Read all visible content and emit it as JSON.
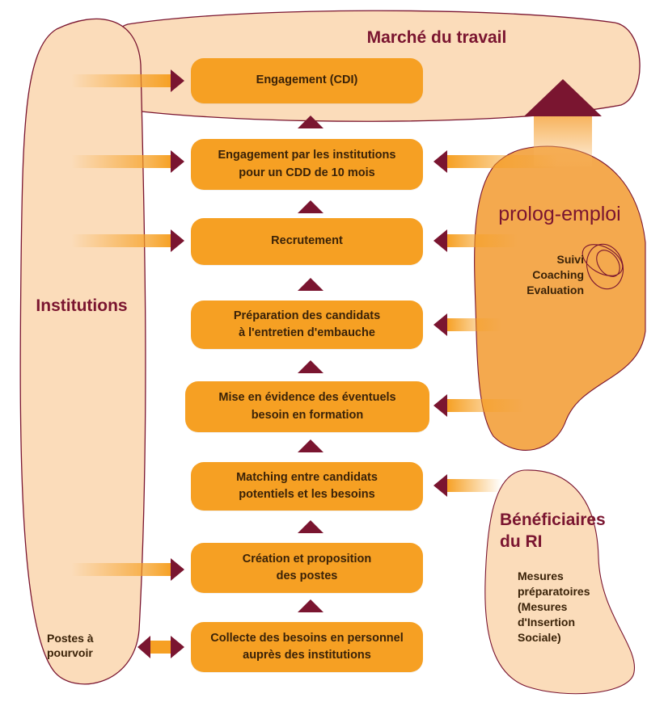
{
  "diagram": {
    "market_label": "Marché du travail",
    "institutions_label": "Institutions",
    "postes_label": "Postes à\npourvoir",
    "logo_text": "prolog-emploi",
    "prolog_services": "Suivi\nCoaching\nEvaluation",
    "beneficiaires_title": "Bénéficiaires\ndu RI",
    "beneficiaires_measures": "Mesures\npréparatoires\n(Mesures\nd'Insertion\nSociale)",
    "steps": [
      {
        "label": "Engagement (CDI)"
      },
      {
        "label": "Engagement par les institutions\npour un CDD de 10 mois"
      },
      {
        "label": "Recrutement"
      },
      {
        "label": "Préparation des candidats\nà l'entretien d'embauche"
      },
      {
        "label": "Mise en évidence des éventuels\nbesoin en formation"
      },
      {
        "label": "Matching entre candidats\npotentiels et les besoins"
      },
      {
        "label": "Création et proposition\ndes postes"
      },
      {
        "label": "Collecte des besoins en personnel\nauprès des institutions"
      }
    ],
    "colors": {
      "box_orange": "#f6a023",
      "pale_peach": "#fbdcba",
      "orange_blob": "#f4a94e",
      "maroon": "#7a1530",
      "box_text": "#3a2208"
    }
  }
}
